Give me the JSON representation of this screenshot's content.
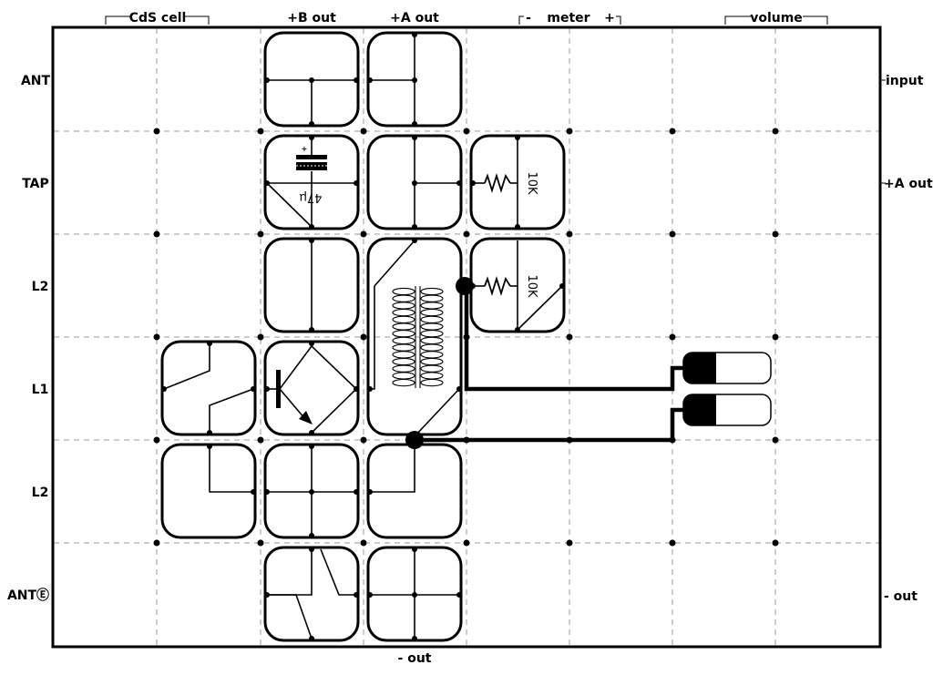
{
  "top_labels": {
    "cds_cell": "CdS cell",
    "b_out": "+B out",
    "a_out": "+A out",
    "meter": "meter",
    "meter_minus": "-",
    "meter_plus": "+",
    "volume": "volume"
  },
  "left_labels": [
    "ANT",
    "TAP",
    "L2",
    "L1",
    "L2",
    "ANTⒺ"
  ],
  "right_labels": {
    "input": "input",
    "a_out": "+A out",
    "minus_out": "- out"
  },
  "bottom_label": "- out",
  "components": {
    "capacitor_value": "47µ",
    "capacitor_polarity": "+",
    "resistor_1_value": "10K",
    "resistor_2_value": "10K"
  },
  "icons": {
    "capacitor": "capacitor-icon",
    "resistor": "resistor-icon",
    "transistor": "transistor-icon",
    "transformer": "transformer-icon",
    "battery": "battery-icon"
  },
  "colors": {
    "ink": "#000000",
    "grid": "#9a9a9a",
    "battery_fill": "#000000"
  }
}
